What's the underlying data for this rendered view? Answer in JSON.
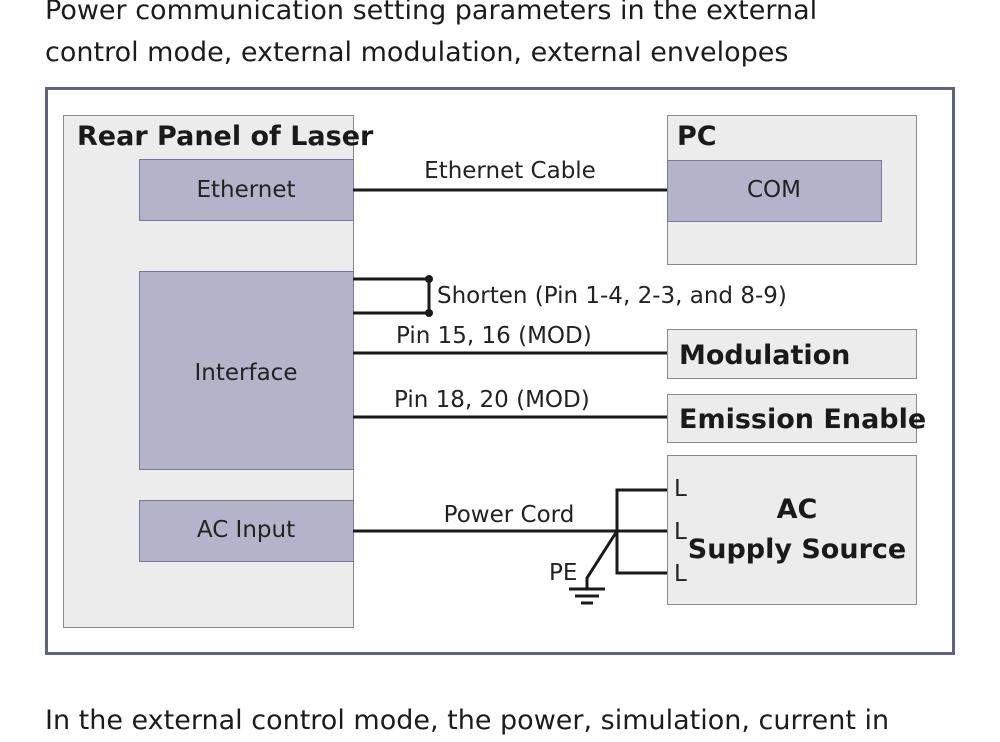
{
  "heading": {
    "line1": "Power communication setting parameters in the external",
    "line2": "control mode, external modulation, external envelopes"
  },
  "colors": {
    "frame_border": "#5f6283",
    "panel_fill": "#ececec",
    "port_fill": "#b3b4c9",
    "line": "#1a1a1a"
  },
  "diagram": {
    "rear_panel": {
      "title": "Rear Panel of Laser",
      "ports": {
        "ethernet": "Ethernet",
        "interface": "Interface",
        "ac_input": "AC Input"
      }
    },
    "pc": {
      "title": "PC",
      "port": "COM"
    },
    "modulation": "Modulation",
    "emission_enable": "Emission Enable",
    "ac_supply": {
      "line1": "AC",
      "line2": "Supply Source",
      "terminals": [
        "L",
        "L",
        "L"
      ]
    },
    "connections": {
      "ethernet_cable": "Ethernet Cable",
      "shorten": "Shorten (Pin 1-4, 2-3, and 8-9)",
      "pin_15_16": "Pin 15, 16 (MOD)",
      "pin_18_20": "Pin 18, 20 (MOD)",
      "power_cord": "Power Cord",
      "pe": "PE"
    }
  },
  "next_paragraph": "In the external control mode, the power, simulation, current in"
}
